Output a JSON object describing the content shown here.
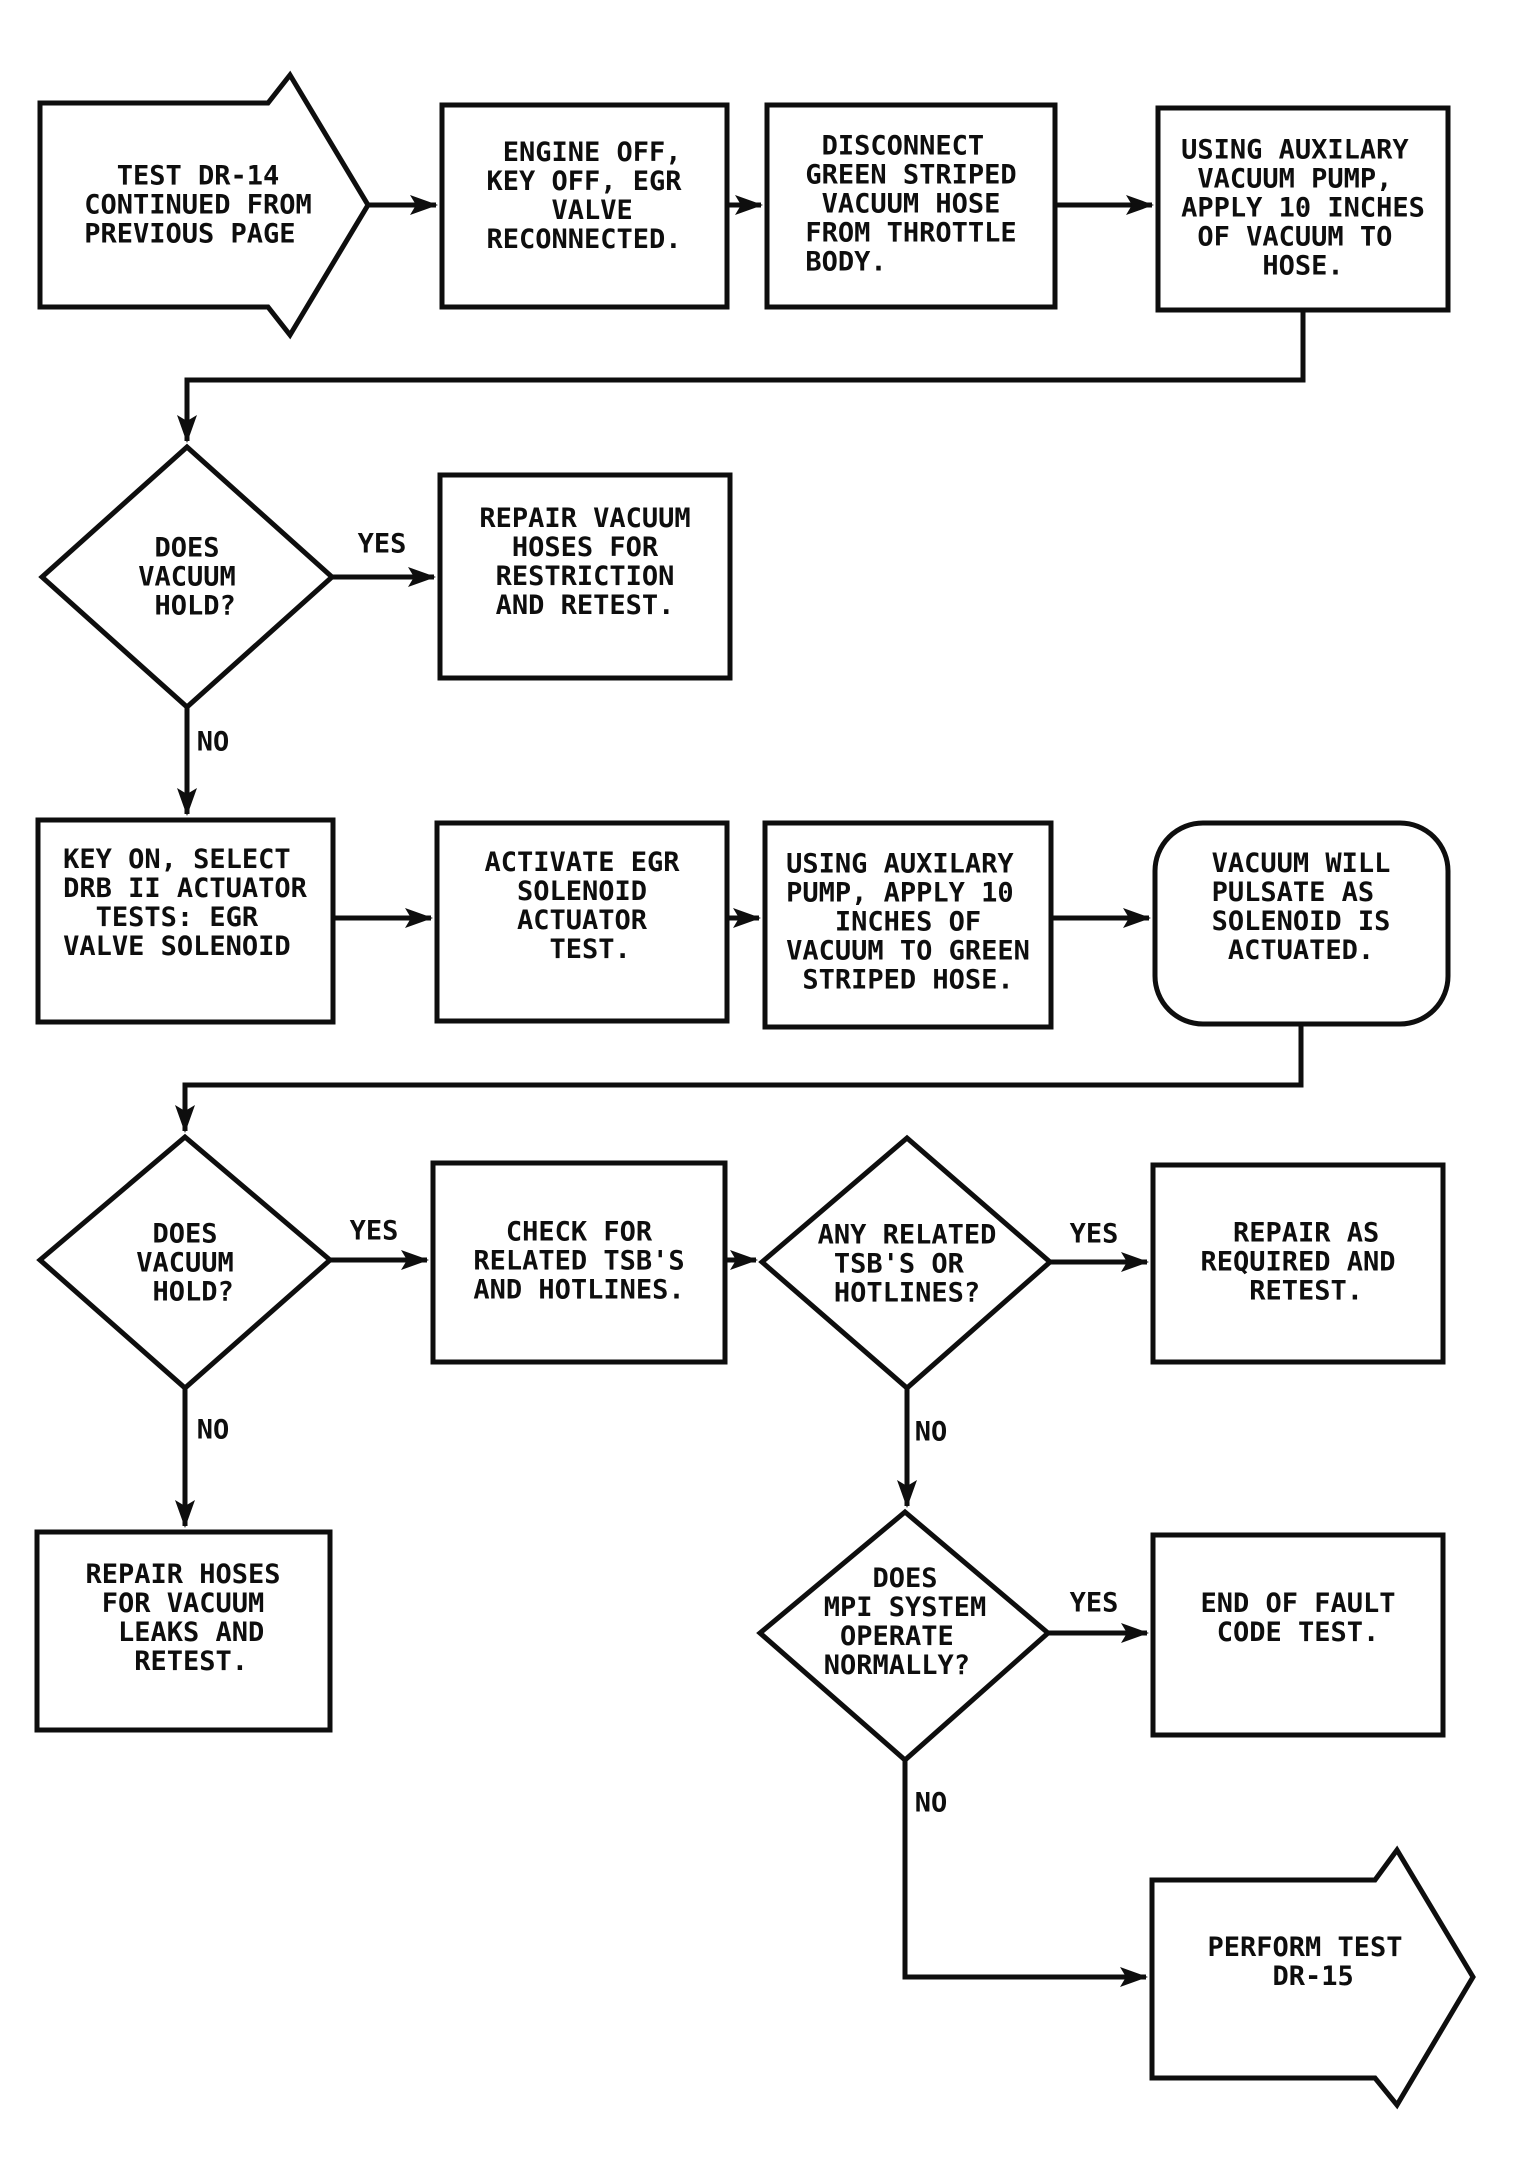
{
  "flowchart": {
    "colors": {
      "ink": "#0e0e0e",
      "paper": "#ffffff"
    },
    "nodes": {
      "start": {
        "type": "off-page-connector",
        "text": "  TEST DR-14\nCONTINUED FROM\nPREVIOUS PAGE"
      },
      "engine_off": {
        "type": "process",
        "text": " ENGINE OFF,\nKEY OFF, EGR\n    VALVE\nRECONNECTED."
      },
      "disconnect_hose": {
        "type": "process",
        "text": " DISCONNECT\nGREEN STRIPED\n VACUUM HOSE\nFROM THROTTLE\nBODY."
      },
      "apply_vacuum_hose": {
        "type": "process",
        "text": "USING AUXILARY\n VACUUM PUMP,\nAPPLY 10 INCHES\n OF VACUUM TO\n     HOSE."
      },
      "does_vacuum_hold_1": {
        "type": "decision",
        "text": " DOES\nVACUUM\n HOLD?"
      },
      "repair_restriction": {
        "type": "process",
        "text": "REPAIR VACUUM\n  HOSES FOR\n RESTRICTION\n AND RETEST."
      },
      "key_on_drb": {
        "type": "process",
        "text": "KEY ON, SELECT\nDRB II ACTUATOR\n  TESTS: EGR\nVALVE SOLENOID"
      },
      "activate_egr_test": {
        "type": "process",
        "text": "ACTIVATE EGR\n  SOLENOID\n  ACTUATOR\n    TEST."
      },
      "apply_vacuum_green": {
        "type": "process",
        "text": "USING AUXILARY\nPUMP, APPLY 10\n   INCHES OF\nVACUUM TO GREEN\n STRIPED HOSE."
      },
      "vacuum_pulsate": {
        "type": "terminator",
        "text": "VACUUM WILL\nPULSATE AS\nSOLENOID IS\n ACTUATED."
      },
      "does_vacuum_hold_2": {
        "type": "decision",
        "text": " DOES\nVACUUM\n HOLD?"
      },
      "check_tsb": {
        "type": "process",
        "text": "  CHECK FOR\nRELATED TSB'S\nAND HOTLINES."
      },
      "any_tsb": {
        "type": "decision",
        "text": "ANY RELATED\n TSB'S OR\n HOTLINES?"
      },
      "repair_as_required": {
        "type": "process",
        "text": "  REPAIR AS\nREQUIRED AND\n   RETEST."
      },
      "repair_leaks": {
        "type": "process",
        "text": "REPAIR HOSES\n FOR VACUUM\n  LEAKS AND\n   RETEST."
      },
      "mpi_normal": {
        "type": "decision",
        "text": "   DOES\nMPI SYSTEM\n OPERATE\nNORMALLY?"
      },
      "end_fault_code": {
        "type": "process",
        "text": "END OF FAULT\n CODE TEST."
      },
      "perform_dr15": {
        "type": "off-page-connector",
        "text": "PERFORM TEST\n    DR-15"
      }
    },
    "edge_labels": {
      "vacuum_hold_1_yes": "YES",
      "vacuum_hold_1_no": "NO",
      "vacuum_hold_2_yes": "YES",
      "vacuum_hold_2_no": "NO",
      "any_tsb_yes": "YES",
      "any_tsb_no": "NO",
      "mpi_normal_yes": "YES",
      "mpi_normal_no": "NO"
    }
  }
}
